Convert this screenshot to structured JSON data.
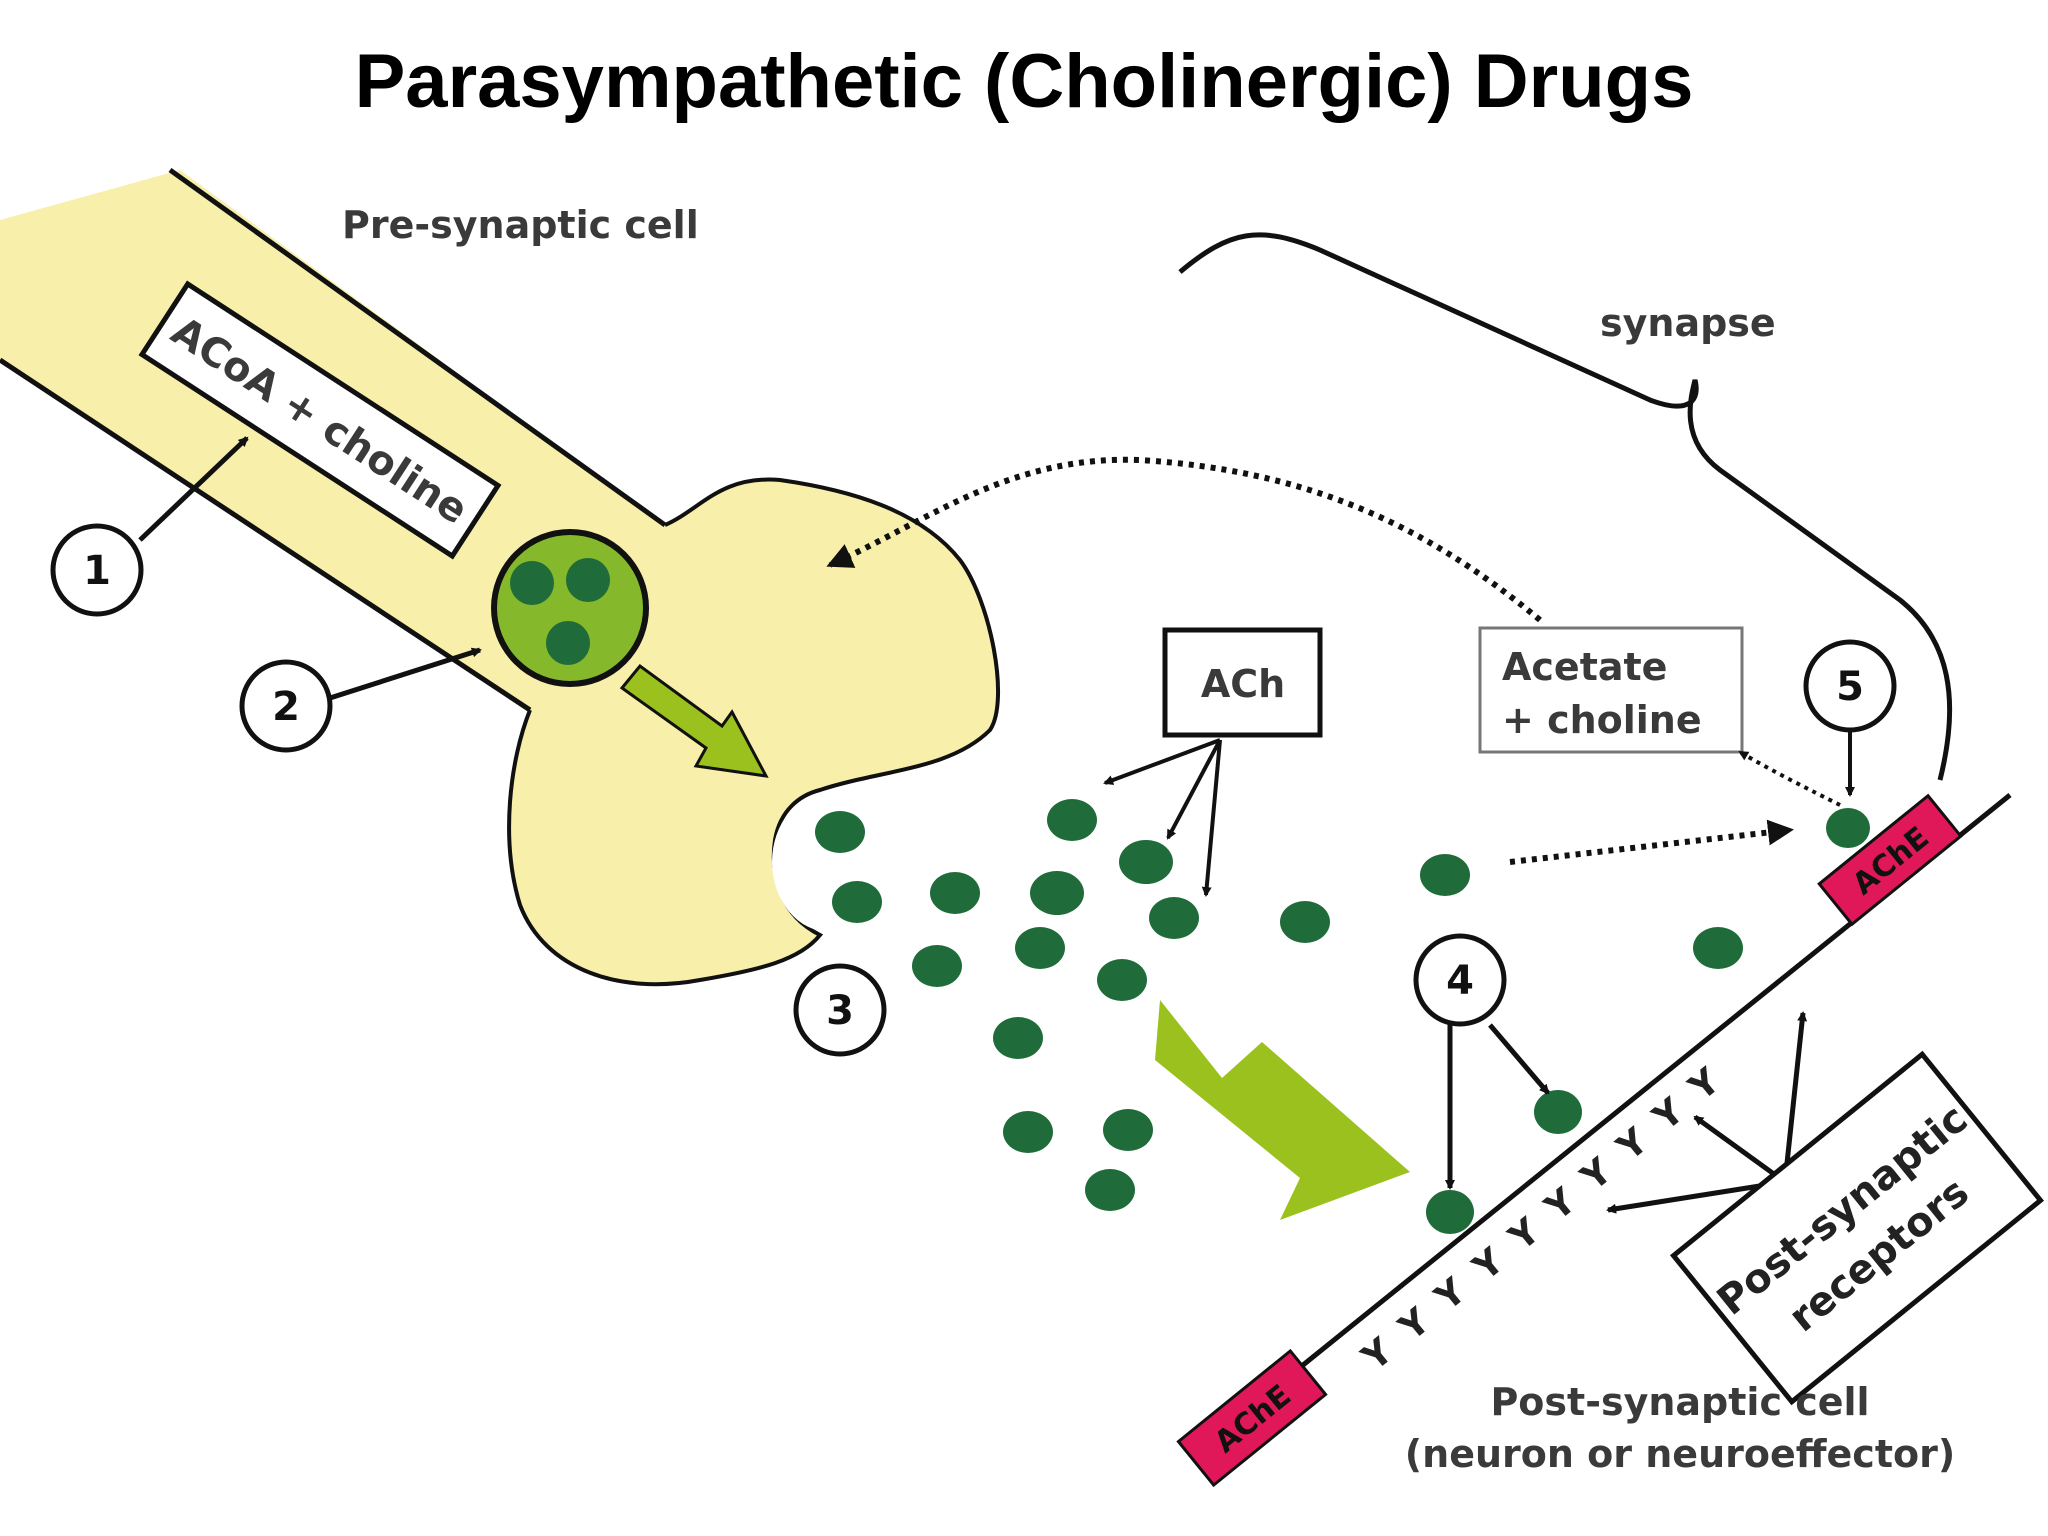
{
  "title": "Parasympathetic (Cholinergic) Drugs",
  "labels": {
    "presynaptic": "Pre-synaptic cell",
    "synapse": "synapse",
    "acoa_choline": "ACoA + choline",
    "ach": "ACh",
    "acetate_line1": "Acetate",
    "acetate_line2": "+ choline",
    "ache": "AChE",
    "receptors_line1": "Post-synaptic",
    "receptors_line2": "receptors",
    "postsynaptic_line1": "Post-synaptic cell",
    "postsynaptic_line2": "(neuron or neuroeffector)",
    "receptor_glyph": "Y"
  },
  "steps": [
    "1",
    "2",
    "3",
    "4",
    "5"
  ],
  "colors": {
    "cell_fill": "#f7efaa",
    "ach_dot": "#1f6b3a",
    "vesicle": "#86b82c",
    "arrow_green": "#9bc11e",
    "ache_fill": "#e0185a"
  }
}
